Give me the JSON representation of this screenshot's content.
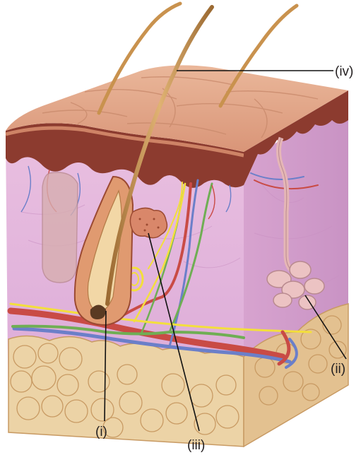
{
  "labels": {
    "i": "(i)",
    "ii": "(ii)",
    "iii": "(iii)",
    "iv": "(iv)"
  },
  "colors": {
    "epidermis_top": "#e2a989",
    "epidermis_shadow": "#c98a6c",
    "dermis_band": "#8c3b2f",
    "dermis_pink": "#e8b6d8",
    "dermis_violet": "#d7a2cf",
    "hair": "#c9924e",
    "follicle": "#e09a70",
    "fat": "#ecd3a6",
    "fat_outline": "#c89a63",
    "artery": "#c94b45",
    "vein": "#6b7fc9",
    "nerve_yellow": "#f3df3c",
    "lymph_green": "#6fae54",
    "sweat_gland": "#e5b6b6",
    "leader_line": "#111111"
  }
}
